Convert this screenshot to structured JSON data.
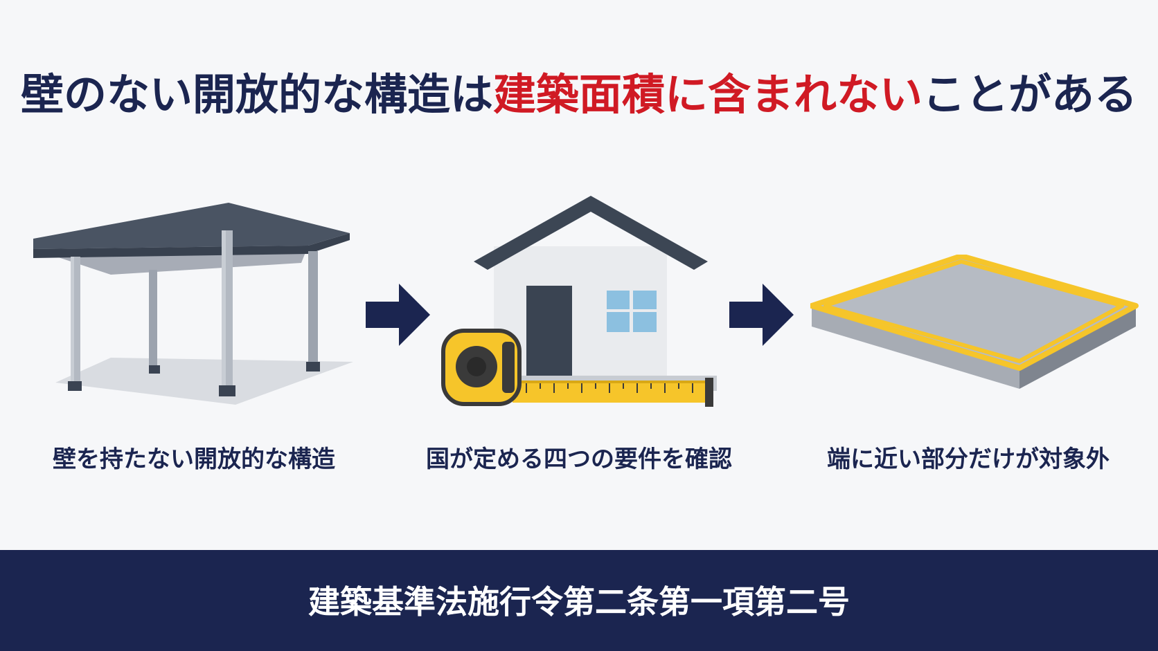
{
  "headline": {
    "part1": "壁のない開放的な構造は",
    "highlight": "建築面積に含まれない",
    "part2": "ことがある"
  },
  "steps": [
    {
      "caption": "壁を持たない開放的な構造",
      "icon": "carport-icon"
    },
    {
      "caption": "国が定める四つの要件を確認",
      "icon": "house-with-tape-measure-icon"
    },
    {
      "caption": "端に近い部分だけが対象外",
      "icon": "slab-with-outline-icon"
    }
  ],
  "footer": {
    "label": "建築基準法施行令第二条第一項第二号"
  },
  "colors": {
    "navy": "#1b2550",
    "red": "#d01a24",
    "yellow": "#f6c52a",
    "background": "#f6f7f9"
  }
}
